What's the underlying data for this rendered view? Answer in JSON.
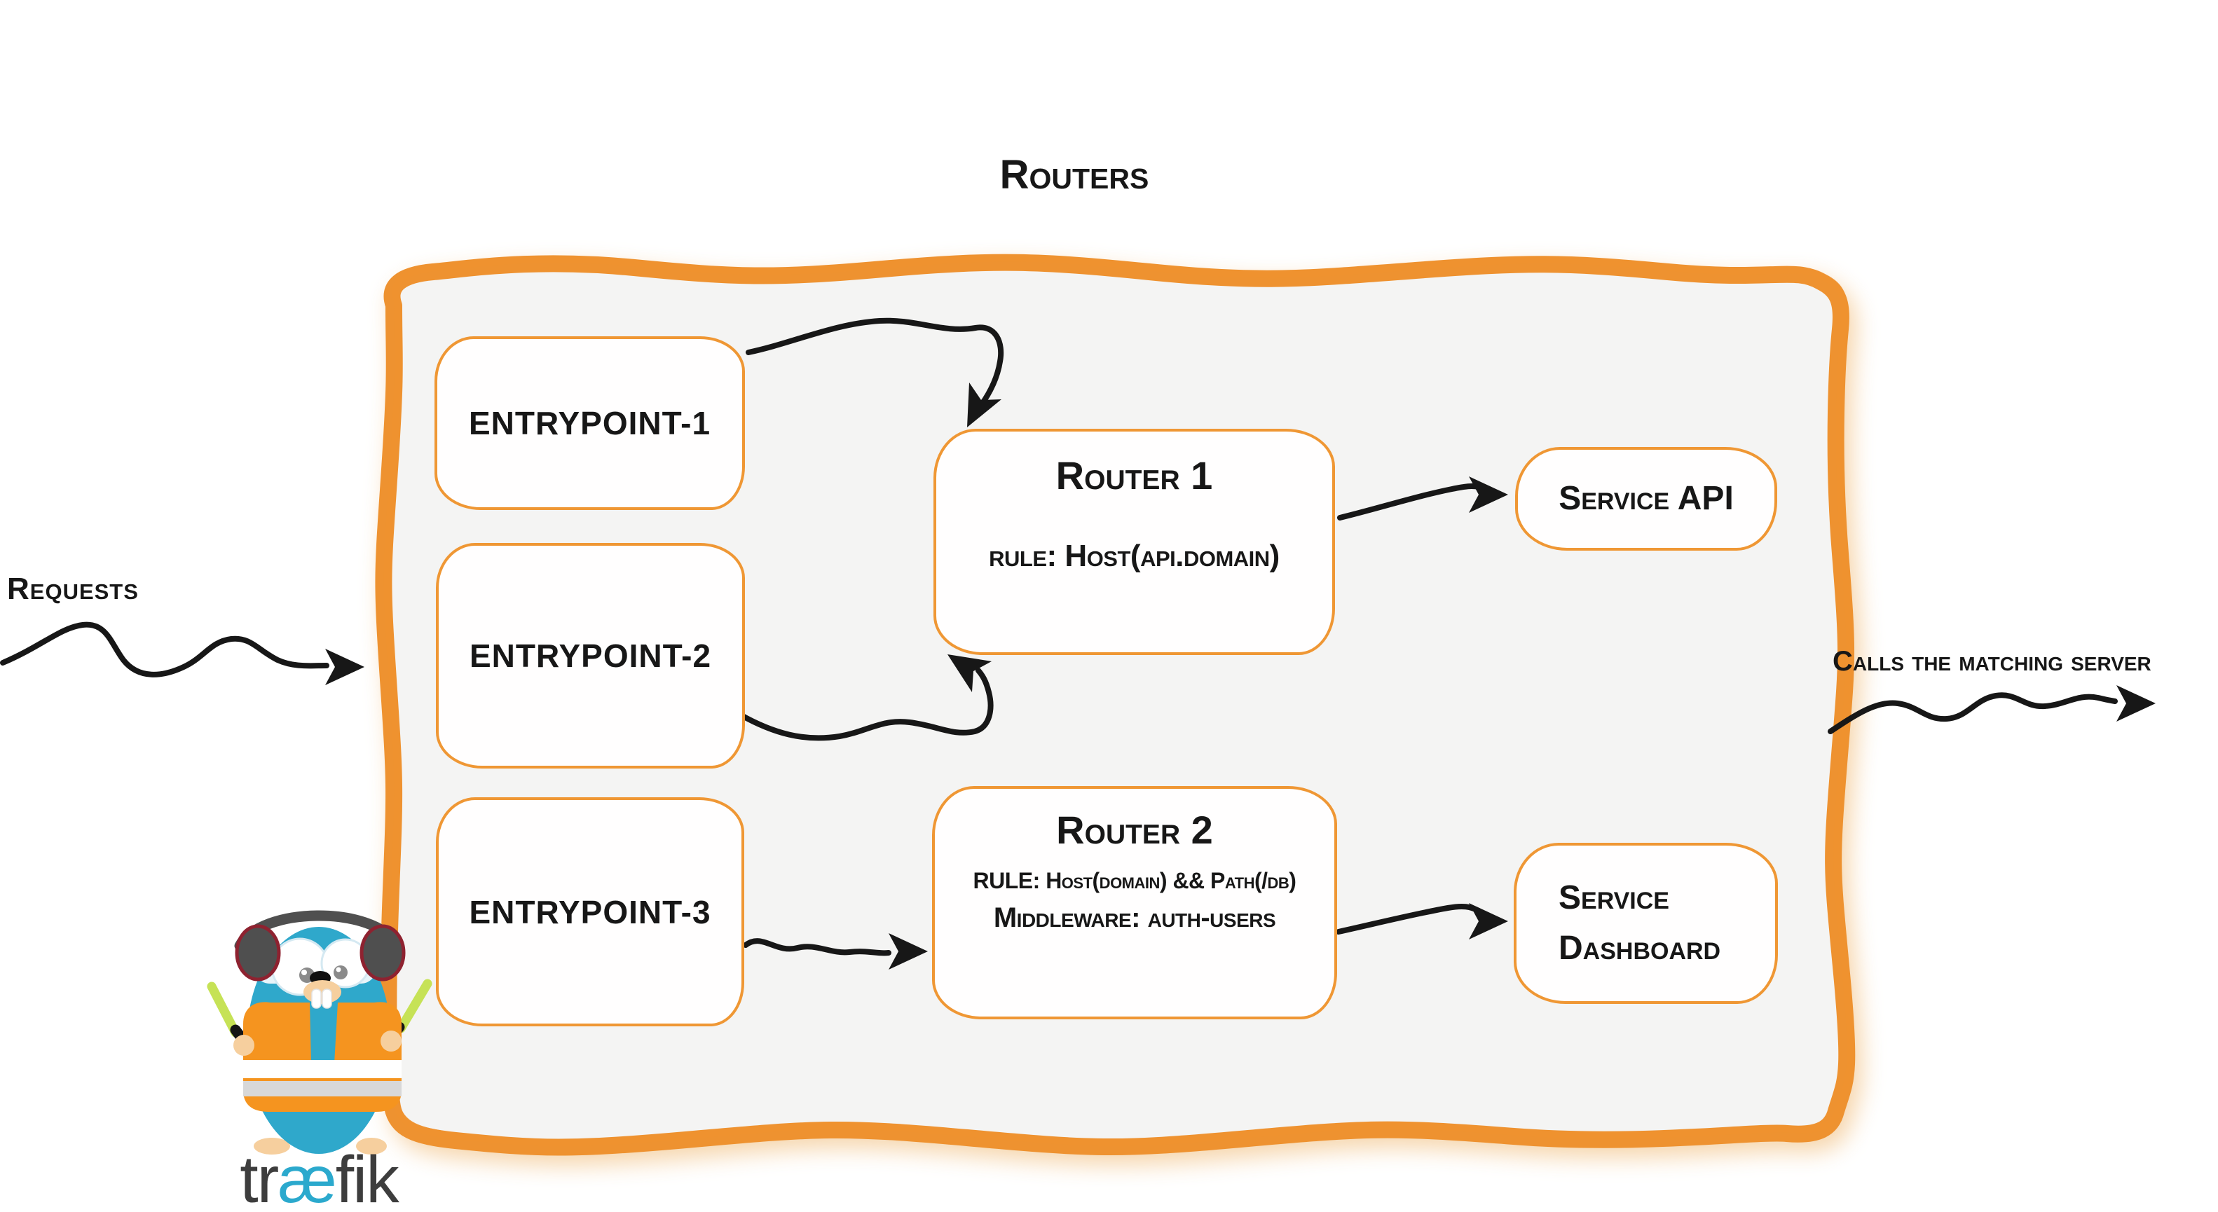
{
  "diagram": {
    "title": "Routers",
    "inbound": {
      "label": "Requests"
    },
    "outbound": {
      "label": "Calls the matching server"
    },
    "entrypoints": [
      {
        "label": "entrypoint-1"
      },
      {
        "label": "entrypoint-2"
      },
      {
        "label": "entrypoint-3"
      }
    ],
    "routers": [
      {
        "title": "Router 1",
        "rule": "rule: Host(api.domain)"
      },
      {
        "title": "Router 2",
        "rule": "RULE: Host(domain) && Path(/db)",
        "middleware": "Middleware: auth-users"
      }
    ],
    "services": [
      {
        "label": "Service API"
      },
      {
        "label": "Service Dashboard"
      }
    ],
    "logo": {
      "pre": "tr",
      "ae": "æ",
      "post": "fik"
    },
    "colors": {
      "container_border": "#ee9230",
      "box_border": "#ef9734",
      "container_fill": "#f4f4f3",
      "ink": "#171717",
      "teal": "#2fa8cb",
      "wordmark_gray": "#3d3d3d",
      "vest_orange": "#f5941f",
      "neon_stick": "#c6e256",
      "headphone_gray": "#4f4f4f",
      "headphone_red": "#8e2230",
      "skin": "#f6cf9e"
    }
  }
}
